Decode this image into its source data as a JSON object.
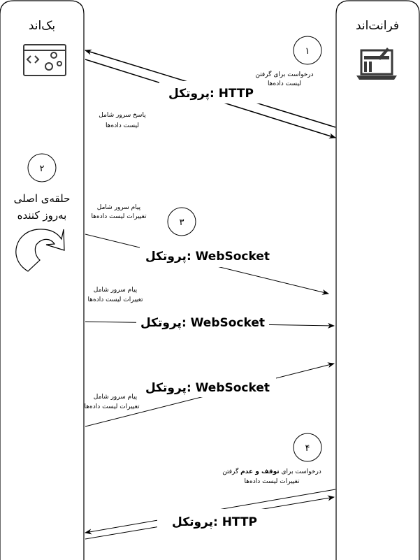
{
  "lanes": {
    "backend": {
      "title": "بک‌اند",
      "icon": "code-settings-window-icon"
    },
    "frontend": {
      "title": "فرانت‌اند",
      "icon": "laptop-design-icon"
    }
  },
  "steps": [
    {
      "number": "۱",
      "label_line1": "درخواست برای گرفتن",
      "label_line2": "لیست داده‌ها"
    },
    {
      "number": "۲",
      "label_line1": "حلقه‌ی اصلی",
      "label_line2": "به‌روز کننده"
    },
    {
      "number": "۳"
    },
    {
      "number": "۴",
      "label_line1_pre": "درخواست برای ",
      "label_line1_bold": "توقف و عدم",
      "label_line1_post": " گرفتن",
      "label_line2": "تغییرات لیست داده‌ها"
    }
  ],
  "messages": {
    "http_response": {
      "line1": "پاسخ سرور شامل",
      "line2": "لیست داده‌ها"
    },
    "ws_1": {
      "line1": "پیام سرور شامل",
      "line2": "تغییرات لیست داده‌ها"
    },
    "ws_2": {
      "line1": "پیام سرور شامل",
      "line2": "تغییرات لیست داده‌ها"
    },
    "ws_3": {
      "line1": "پیام سرور شامل",
      "line2": "تغییرات لیست داده‌ها"
    }
  },
  "protocols": {
    "http_top": "پروتکل: HTTP",
    "ws_1": "پروتکل: WebSocket",
    "ws_2": "پروتکل: WebSocket",
    "ws_3": "پروتکل: WebSocket",
    "http_bottom": "پروتکل: HTTP"
  },
  "colors": {
    "stroke": "#000000",
    "icon": "#3a3a3a"
  }
}
